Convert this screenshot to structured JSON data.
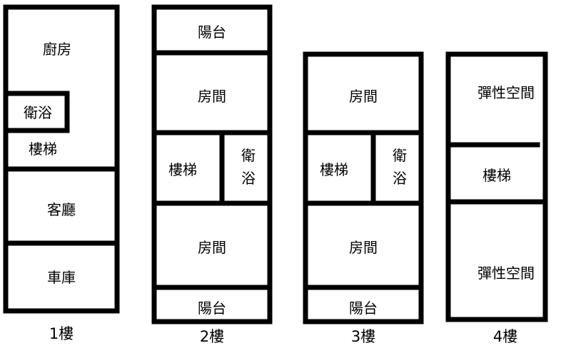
{
  "floors": [
    {
      "label": "1樓",
      "rooms": {
        "kitchen": "廚房",
        "bathroom": "衛浴",
        "stairs": "樓梯",
        "living_room": "客廳",
        "garage": "車庫"
      }
    },
    {
      "label": "2樓",
      "rooms": {
        "balcony_top": "陽台",
        "room_top": "房間",
        "stairs": "樓梯",
        "bathroom_line1": "衛",
        "bathroom_line2": "浴",
        "room_bottom": "房間",
        "balcony_bottom": "陽台"
      }
    },
    {
      "label": "3樓",
      "rooms": {
        "room_top": "房間",
        "stairs": "樓梯",
        "bathroom_line1": "衛",
        "bathroom_line2": "浴",
        "room_bottom": "房間",
        "balcony_bottom": "陽台"
      }
    },
    {
      "label": "4樓",
      "rooms": {
        "flex_top": "彈性空間",
        "stairs": "樓梯",
        "flex_bottom": "彈性空間"
      }
    }
  ]
}
